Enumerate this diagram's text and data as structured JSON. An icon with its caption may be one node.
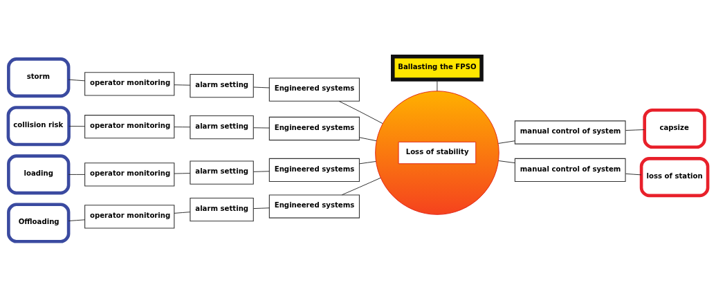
{
  "diagram": {
    "nodes": [
      {
        "text": [
          "Ballasting the FPSO"
        ]
      },
      {
        "text": [
          "storm"
        ]
      },
      {
        "text": [
          "operator monitoring"
        ]
      },
      {
        "text": [
          "alarm setting"
        ]
      },
      {
        "text": [
          "Engineered systems"
        ]
      },
      {
        "text": [
          "collision risk"
        ]
      },
      {
        "text": [
          "operator monitoring"
        ]
      },
      {
        "text": [
          "alarm setting"
        ]
      },
      {
        "text": [
          "Engineered systems"
        ]
      },
      {
        "text": [
          "loading"
        ]
      },
      {
        "text": [
          "operator monitoring"
        ]
      },
      {
        "text": [
          "alarm setting"
        ]
      },
      {
        "text": [
          "Engineered systems"
        ]
      },
      {
        "text": [
          "Offloading"
        ]
      },
      {
        "text": [
          "operator monitoring"
        ]
      },
      {
        "text": [
          "alarm setting"
        ]
      },
      {
        "text": [
          "Engineered systems"
        ]
      },
      {
        "text": [
          "Loss of stability"
        ]
      },
      {
        "text": [
          "manual control of system"
        ]
      },
      {
        "text": [
          "capsize"
        ]
      },
      {
        "text": [
          "manual control of system"
        ]
      },
      {
        "text": [
          "loss of station"
        ]
      }
    ],
    "edges": [
      {
        "from": 0,
        "to": 17,
        "arrow": "none"
      },
      {
        "from": 1,
        "to": 2,
        "arrow": "none"
      },
      {
        "from": 2,
        "to": 3,
        "arrow": "none"
      },
      {
        "from": 3,
        "to": 4,
        "arrow": "none"
      },
      {
        "from": 4,
        "to": 17,
        "arrow": "none"
      },
      {
        "from": 5,
        "to": 6,
        "arrow": "none"
      },
      {
        "from": 6,
        "to": 7,
        "arrow": "none"
      },
      {
        "from": 7,
        "to": 8,
        "arrow": "none"
      },
      {
        "from": 8,
        "to": 17,
        "arrow": "none"
      },
      {
        "from": 9,
        "to": 10,
        "arrow": "none"
      },
      {
        "from": 10,
        "to": 11,
        "arrow": "none"
      },
      {
        "from": 11,
        "to": 12,
        "arrow": "none"
      },
      {
        "from": 12,
        "to": 17,
        "arrow": "none"
      },
      {
        "from": 13,
        "to": 14,
        "arrow": "none"
      },
      {
        "from": 14,
        "to": 15,
        "arrow": "none"
      },
      {
        "from": 15,
        "to": 16,
        "arrow": "none"
      },
      {
        "from": 16,
        "to": 17,
        "arrow": "none"
      },
      {
        "from": 17,
        "to": 18,
        "arrow": "none"
      },
      {
        "from": 18,
        "to": 19,
        "arrow": "none"
      },
      {
        "from": 17,
        "to": 20,
        "arrow": "none"
      },
      {
        "from": 20,
        "to": 21,
        "arrow": "none"
      }
    ]
  }
}
